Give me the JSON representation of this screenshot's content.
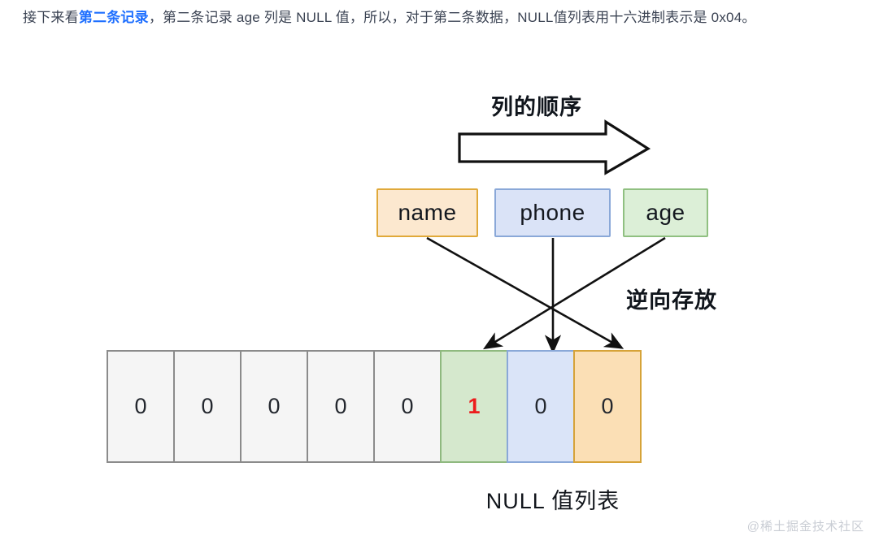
{
  "paragraph": {
    "part1": "接下来看",
    "highlight": "第二条记录",
    "part2": "，第二条记录 age 列是 NULL 值，所以，对于第二条数据，NULL值列表用十六进制表示是 0x04。"
  },
  "diagram": {
    "order_label": "列的顺序",
    "reverse_label": "逆向存放",
    "caption": "NULL 值列表",
    "columns": [
      {
        "label": "name",
        "fill": "#fce8cf",
        "stroke": "#e0a93a"
      },
      {
        "label": "phone",
        "fill": "#dae3f7",
        "stroke": "#8aa8d8"
      },
      {
        "label": "age",
        "fill": "#dcefd7",
        "stroke": "#90c081"
      }
    ],
    "bitmap": [
      {
        "value": "0",
        "variant": "gray"
      },
      {
        "value": "0",
        "variant": "gray"
      },
      {
        "value": "0",
        "variant": "gray"
      },
      {
        "value": "0",
        "variant": "gray"
      },
      {
        "value": "0",
        "variant": "gray"
      },
      {
        "value": "1",
        "variant": "green"
      },
      {
        "value": "0",
        "variant": "blue"
      },
      {
        "value": "0",
        "variant": "orange"
      }
    ],
    "hex_value": "0x04",
    "big_arrow_direction": "right"
  },
  "watermark": "@稀土掘金技术社区",
  "colors": {
    "link_blue": "#1e6fff",
    "highlight_red": "#ec1c1c",
    "text": "#3b4353",
    "cell_gray": "#f5f5f5"
  }
}
